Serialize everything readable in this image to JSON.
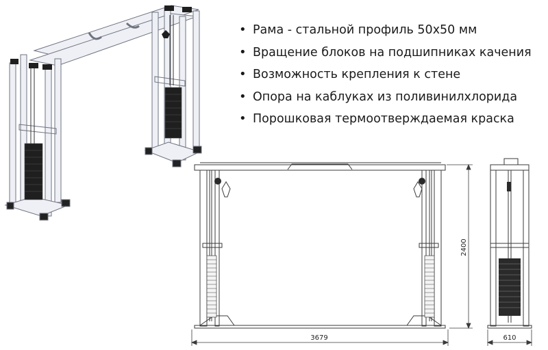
{
  "features": [
    "Рама - стальной профиль 50х50 мм",
    "Вращение блоков на подшипниках качения",
    "Возможность крепления к стене",
    "Опора на каблуках из поливинилхлорида",
    "Порошковая термоотверждаемая краска"
  ],
  "dimensions": {
    "height": "2400",
    "width": "3679",
    "depth": "610"
  },
  "colors": {
    "frame": "#eef0f5",
    "stack": "#1f1f1f",
    "line": "#3a3a3a"
  }
}
